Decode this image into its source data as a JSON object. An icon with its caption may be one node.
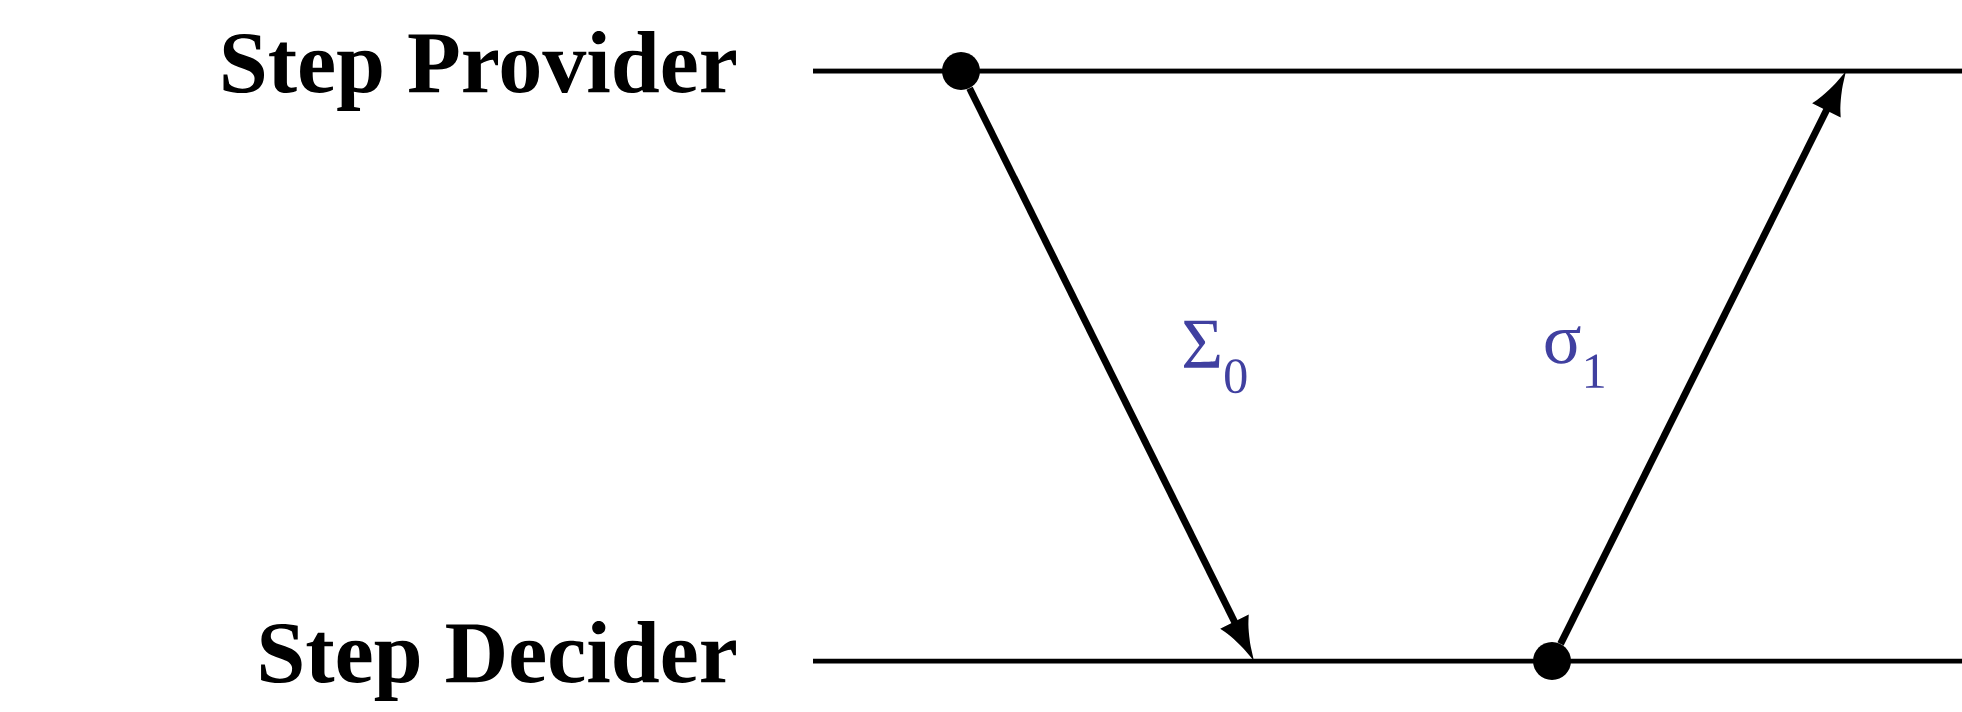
{
  "diagram": {
    "nodes": [
      {
        "text": [
          "Step Provider"
        ]
      },
      {
        "text": [
          "Step Decider"
        ]
      },
      {
        "text": [],
        "shape": "circle"
      },
      {
        "text": [],
        "shape": "circle"
      }
    ],
    "edges": [
      {
        "from": 0,
        "to": null,
        "arrow": "none"
      },
      {
        "from": 1,
        "to": null,
        "arrow": "none"
      },
      {
        "from": 2,
        "to": null,
        "arrow": "to",
        "label": "Σ$_{0}$"
      },
      {
        "from": 3,
        "to": null,
        "arrow": "to",
        "label": "σ$_{1}$"
      }
    ]
  }
}
